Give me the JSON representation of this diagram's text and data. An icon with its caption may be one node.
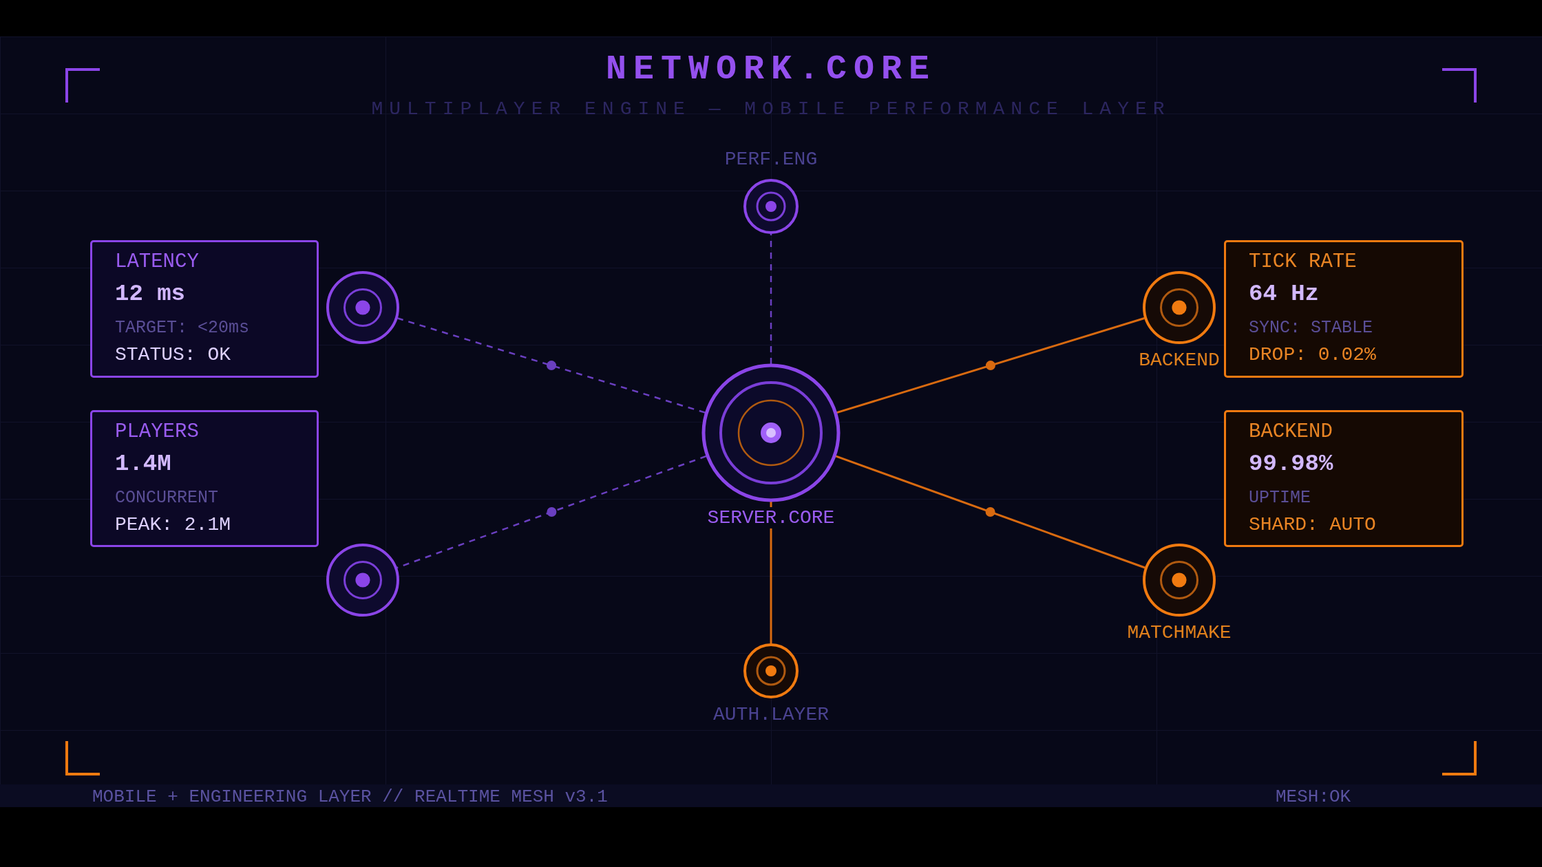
{
  "diagram": {
    "title": "NETWORK.CORE",
    "nodes": [
      {
        "text": [
          "PERF.ENG"
        ]
      },
      {
        "text": [
          "LATENCY",
          "12 ms",
          "TARGET: <20ms",
          "STATUS: OK"
        ]
      },
      {
        "text": [],
        "shape": "circle"
      },
      {
        "text": [
          "TICK RATE",
          "64 Hz",
          "SYNC: STABLE",
          "DROP: 0.02%"
        ]
      },
      {
        "text": [
          "BACKEND"
        ]
      },
      {
        "text": [
          "SERVER.CORE"
        ]
      },
      {
        "text": [
          "PLAYERS",
          "1.4M",
          "CONCURRENT",
          "PEAK: 2.1M"
        ]
      },
      {
        "text": [
          "BACKEND",
          "99.98%",
          "UPTIME",
          "SHARD: AUTO"
        ]
      },
      {
        "text": [],
        "shape": "circle"
      },
      {
        "text": [
          "MATCHMAKE"
        ]
      },
      {
        "text": [
          "AUTH.LAYER"
        ]
      }
    ],
    "edges": [
      {
        "from": 5,
        "to": 0,
        "arrow": "none",
        "style": "dashed",
        "color": "#6a3fc0"
      },
      {
        "from": 5,
        "to": 2,
        "arrow": "none",
        "style": "dashed",
        "color": "#6a3fc0"
      },
      {
        "from": 5,
        "to": 8,
        "arrow": "none",
        "style": "dashed",
        "color": "#6a3fc0"
      },
      {
        "from": 5,
        "to": 4,
        "arrow": "none",
        "color": "#d86a10"
      },
      {
        "from": 5,
        "to": 9,
        "arrow": "none",
        "color": "#d86a10"
      },
      {
        "from": 5,
        "to": 10,
        "arrow": "none",
        "color": "#d86a10"
      }
    ],
    "labels": [
      "MULTIPLAYER ENGINE — MOBILE PERFORMANCE LAYER",
      "MOBILE + ENGINEERING LAYER // REALTIME MESH v3.1",
      "MESH:OK"
    ]
  }
}
